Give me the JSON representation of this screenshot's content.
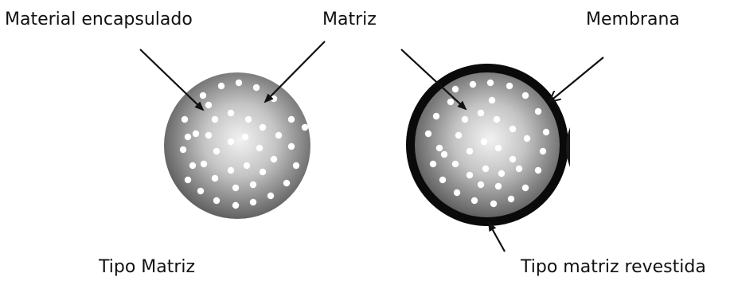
{
  "labels": {
    "encapsulated_material": "Material encapsulado",
    "matrix": "Matriz",
    "membrane": "Membrana",
    "matrix_type": "Tipo Matriz",
    "coated_matrix_type": "Tipo matriz revestida"
  },
  "colors": {
    "background": "#ffffff",
    "matrix_edge": "#5e5e5e",
    "matrix_center": "#f2f2f2",
    "membrane": "#0a0a0a",
    "particles": "#ffffff",
    "arrows": "#111111",
    "text": "#111111"
  }
}
